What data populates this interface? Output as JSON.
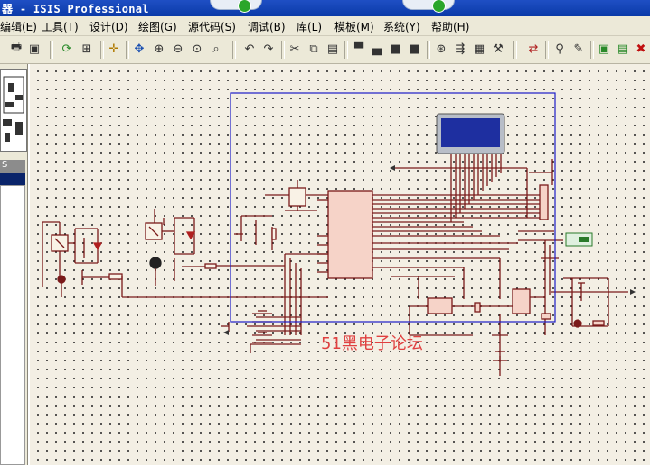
{
  "window": {
    "title": "器 - ISIS Professional"
  },
  "menu": [
    {
      "label": "编辑(E)"
    },
    {
      "label": "工具(T)"
    },
    {
      "label": "设计(D)"
    },
    {
      "label": "绘图(G)"
    },
    {
      "label": "源代码(S)"
    },
    {
      "label": "调试(B)"
    },
    {
      "label": "库(L)"
    },
    {
      "label": "模板(M)"
    },
    {
      "label": "系统(Y)"
    },
    {
      "label": "帮助(H)"
    }
  ],
  "toolbar_icons": [
    "print-icon",
    "print-preview-icon",
    "refresh-icon",
    "grid-icon",
    "origin-icon",
    "pan-icon",
    "zoom-in-icon",
    "zoom-out-icon",
    "zoom-all-icon",
    "zoom-area-icon",
    "undo-icon",
    "redo-icon",
    "cut-icon",
    "copy-icon",
    "paste-icon",
    "block-copy-icon",
    "block-move-icon",
    "block-rotate-icon",
    "block-delete-icon",
    "pick-device-icon",
    "make-device-icon",
    "package-tool-icon",
    "decompose-icon",
    "wire-autorouter-icon",
    "search-tag-icon",
    "property-assign-icon",
    "new-sheet-icon",
    "remove-sheet-icon",
    "exit-sheet-icon"
  ],
  "left_panel": {
    "tab_label": "S"
  },
  "canvas": {
    "watermark": "51黑电子论坛"
  },
  "colors": {
    "wire": "#7a1a1a",
    "selection_box": "#1c1cc8",
    "lcd": "#1e2fa0",
    "watermark": "#e04040",
    "title_bar": "#0a3aa8"
  }
}
